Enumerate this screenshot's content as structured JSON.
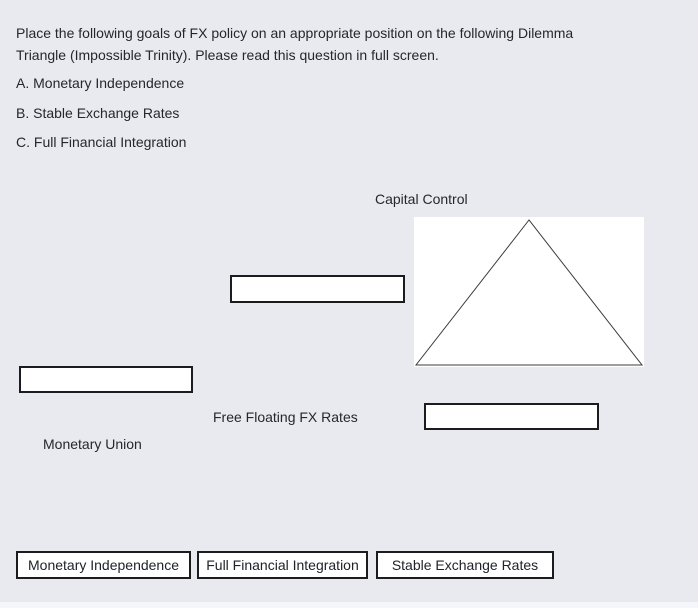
{
  "question": {
    "lines": [
      "Place the following goals of FX policy on an appropriate position on the following Dilemma",
      "Triangle (Impossible Trinity). Please read this question in full screen."
    ],
    "options": [
      {
        "label": "A. Monetary Independence"
      },
      {
        "label": "B. Stable Exchange Rates"
      },
      {
        "label": "C. Full Financial Integration"
      }
    ]
  },
  "diagram": {
    "labels": {
      "top": "Capital Control",
      "bottom_right": "Free Floating FX Rates",
      "bottom_left": "Monetary Union"
    },
    "drop_targets": [
      {
        "id": "target-top-middle",
        "value": ""
      },
      {
        "id": "target-left",
        "value": ""
      },
      {
        "id": "target-bottom-right",
        "value": ""
      }
    ]
  },
  "answer_bank": {
    "chips": [
      {
        "label": "Monetary Independence"
      },
      {
        "label": "Full Financial Integration"
      },
      {
        "label": "Stable Exchange Rates"
      }
    ]
  },
  "colors": {
    "background": "#e9eaf0",
    "panel": "#ffffff",
    "border": "#1c1c1e",
    "text": "#24272e",
    "triangle_line": "#3c3c40"
  }
}
